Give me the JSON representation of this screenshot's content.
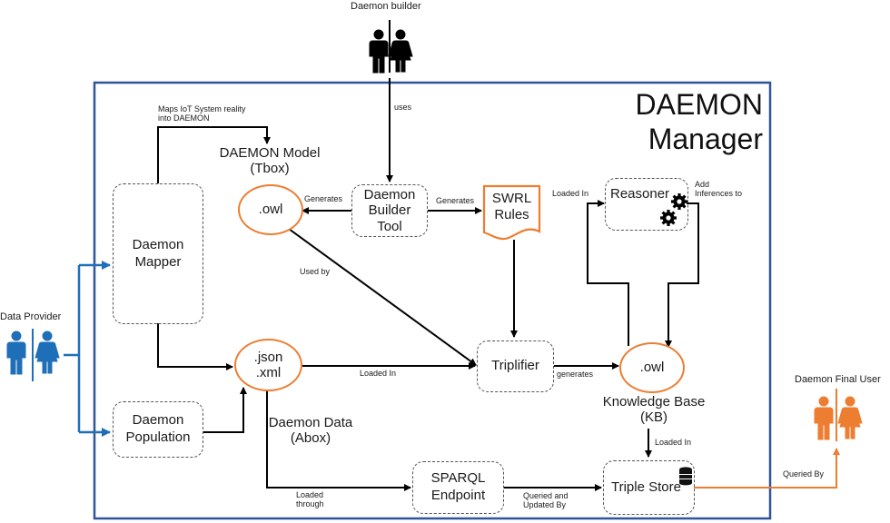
{
  "container": {
    "title_line1": "DAEMON",
    "title_line2": "Manager",
    "border_color": "#2F5597"
  },
  "actors": {
    "builder": {
      "label": "Daemon builder",
      "icon": "people-icon",
      "color": "#000000"
    },
    "provider": {
      "label": "Data Provider",
      "icon": "people-icon",
      "color": "#1F6FB8"
    },
    "final_user": {
      "label": "Daemon Final User",
      "icon": "people-icon",
      "color": "#ED7D31"
    }
  },
  "nodes": {
    "mapper": {
      "line1": "Daemon",
      "line2": "Mapper"
    },
    "population": {
      "line1": "Daemon",
      "line2": "Population"
    },
    "builder_tool": {
      "line1": "Daemon",
      "line2": "Builder",
      "line3": "Tool"
    },
    "swrl": {
      "line1": "SWRL",
      "line2": "Rules"
    },
    "reasoner": {
      "label": "Reasoner",
      "icon": "gears-icon"
    },
    "triplifier": {
      "label": "Triplifier"
    },
    "sparql": {
      "line1": "SPARQL",
      "line2": "Endpoint"
    },
    "triple_store": {
      "label": "Triple Store",
      "icon": "database-icon"
    },
    "model_owl": {
      "label": ".owl"
    },
    "data_file": {
      "line1": ".json",
      "line2": ".xml"
    },
    "kb_owl": {
      "label": ".owl"
    }
  },
  "captions": {
    "model_line1": "DAEMON Model",
    "model_line2": "(Tbox)",
    "data_line1": "Daemon Data",
    "data_line2": "(Abox)",
    "kb_line1": "Knowledge Base",
    "kb_line2": "(KB)"
  },
  "edges": {
    "maps_line1": "Maps IoT System reality",
    "maps_line2": "into DAEMON",
    "uses": "uses",
    "generates_owl": "Generates",
    "generates_swrl": "Generates",
    "used_by": "Used by",
    "loaded_in_reasoner": "Loaded In",
    "add_line1": "Add",
    "add_line2": "Inferences to",
    "loaded_in_triplifier": "Loaded In",
    "generates_kb": "generates",
    "loaded_in_store": "Loaded In",
    "loaded_line1": "Loaded",
    "loaded_line2": "through",
    "queried_line1": "Queried and",
    "queried_line2": "Updated By",
    "queried_by": "Queried By"
  },
  "colors": {
    "accent_orange": "#ED7D31",
    "accent_blue": "#1F6FB8",
    "frame_blue": "#2F5597"
  }
}
